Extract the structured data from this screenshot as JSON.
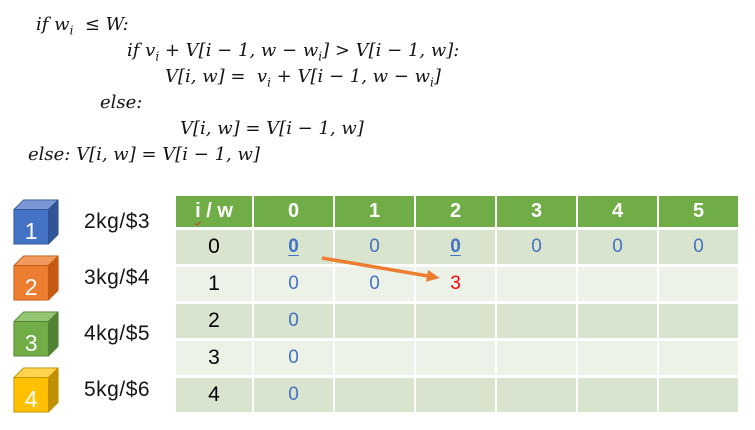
{
  "colors": {
    "header_green": "#70ad47",
    "band_dark": "#d8e4cd",
    "band_light": "#edf2e9",
    "value_blue": "#4472c4",
    "highlight_red": "#ff0000",
    "arrow_orange": "#ed7d31",
    "squiggle_red": "#d0342b"
  },
  "pseudocode": {
    "lines": [
      {
        "indent": 36,
        "segments": [
          {
            "t": "if w"
          },
          {
            "t": "i",
            "sub": true
          },
          {
            "t": "  ≤ W:"
          }
        ]
      },
      {
        "indent": 127,
        "segments": [
          {
            "t": "if v"
          },
          {
            "t": "i",
            "sub": true
          },
          {
            "t": " + V[i − 1, w − w"
          },
          {
            "t": "i",
            "sub": true
          },
          {
            "t": "] > V[i − 1, w]:"
          }
        ]
      },
      {
        "indent": 165,
        "segments": [
          {
            "t": "V[i, w] =  v"
          },
          {
            "t": "i",
            "sub": true
          },
          {
            "t": " + V[i − 1, w − w"
          },
          {
            "t": "i",
            "sub": true
          },
          {
            "t": "]"
          }
        ]
      },
      {
        "indent": 100,
        "segments": [
          {
            "t": "else:"
          }
        ]
      },
      {
        "indent": 180,
        "segments": [
          {
            "t": "V[i, w] = V[i − 1, w]"
          }
        ]
      },
      {
        "indent": 28,
        "segments": [
          {
            "t": "else: V[i, w] = V[i − 1, w]"
          }
        ]
      }
    ]
  },
  "items": [
    {
      "number": "1",
      "label": "2kg/$3",
      "front": "#4472c4",
      "top": "#7b97d6",
      "side": "#2f5597"
    },
    {
      "number": "2",
      "label": "3kg/$4",
      "front": "#ed7d31",
      "top": "#f09a5e",
      "side": "#c55a11"
    },
    {
      "number": "3",
      "label": "4kg/$5",
      "front": "#70ad47",
      "top": "#94c573",
      "side": "#548235"
    },
    {
      "number": "4",
      "label": "5kg/$6",
      "front": "#ffc000",
      "top": "#ffd34d",
      "side": "#bf9000"
    }
  ],
  "table": {
    "corner": [
      {
        "t": "i",
        "squiggle": true
      },
      {
        "t": " / w"
      }
    ],
    "columns": [
      "0",
      "1",
      "2",
      "3",
      "4",
      "5"
    ],
    "rows": [
      {
        "label": "0",
        "cells": [
          {
            "t": "0",
            "style": "emph"
          },
          {
            "t": "0"
          },
          {
            "t": "0",
            "style": "emph"
          },
          {
            "t": "0"
          },
          {
            "t": "0"
          },
          {
            "t": "0"
          }
        ]
      },
      {
        "label": "1",
        "cells": [
          {
            "t": "0"
          },
          {
            "t": "0"
          },
          {
            "t": "3",
            "style": "red"
          },
          {
            "t": ""
          },
          {
            "t": ""
          },
          {
            "t": ""
          }
        ]
      },
      {
        "label": "2",
        "cells": [
          {
            "t": "0"
          },
          {
            "t": ""
          },
          {
            "t": ""
          },
          {
            "t": ""
          },
          {
            "t": ""
          },
          {
            "t": ""
          }
        ]
      },
      {
        "label": "3",
        "cells": [
          {
            "t": "0"
          },
          {
            "t": ""
          },
          {
            "t": ""
          },
          {
            "t": ""
          },
          {
            "t": ""
          },
          {
            "t": ""
          }
        ]
      },
      {
        "label": "4",
        "cells": [
          {
            "t": "0"
          },
          {
            "t": ""
          },
          {
            "t": ""
          },
          {
            "t": ""
          },
          {
            "t": ""
          },
          {
            "t": ""
          }
        ]
      }
    ]
  },
  "arrow": {
    "color": "#ed7d31",
    "from_cell": "row 0, col 0",
    "to_cell": "row 1, col 2"
  }
}
